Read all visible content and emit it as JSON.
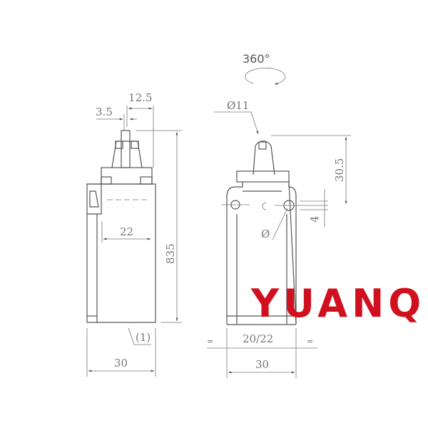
{
  "left_view": {
    "dim_plunger_offset": "3.5",
    "dim_plunger_width": "12.5",
    "dim_inner_width": "22",
    "dim_height": "835",
    "dim_width": "30",
    "part_label": "(1)"
  },
  "right_view": {
    "rotation_label": "360°",
    "roller_diameter": "Ø11",
    "dim_roller_height": "30.5",
    "dim_hole_offset": "4",
    "hole_diameter": "Ø",
    "dim_hole_spacing": "20/22",
    "dim_equal_left": "=",
    "dim_equal_right": "=",
    "dim_width": "30"
  },
  "watermark": {
    "text": "YUANQI",
    "color": "#d0101e"
  }
}
